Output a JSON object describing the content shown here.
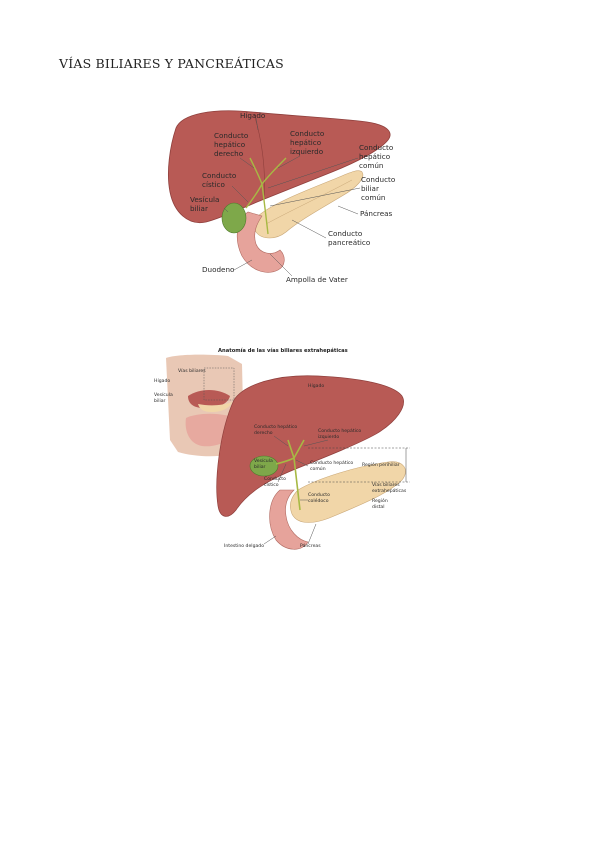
{
  "page": {
    "title": "VÍAS BILIARES Y PANCREÁTICAS"
  },
  "figure1": {
    "labels": {
      "liver": "Hígado",
      "right_hepatic_duct": [
        "Conducto",
        "hepático",
        "derecho"
      ],
      "left_hepatic_duct": [
        "Conducto",
        "hepático",
        "izquierdo"
      ],
      "common_hepatic_duct": [
        "Conducto",
        "hepático",
        "común"
      ],
      "common_bile_duct": [
        "Conducto",
        "biliar",
        "común"
      ],
      "cystic_duct": [
        "Conducto",
        "cístico"
      ],
      "gallbladder": [
        "Vesícula",
        "biliar"
      ],
      "pancreas": "Páncreas",
      "pancreatic_duct": [
        "Conducto",
        "pancreático"
      ],
      "duodenum": "Duodeno",
      "ampulla": "Ampolla de Vater"
    }
  },
  "figure2": {
    "title": "Anatomía de las vías biliares extrahepáticas",
    "labels": {
      "inset_liver": "Hígado",
      "inset_bile_ducts": "Vías biliares",
      "inset_gallbladder": [
        "Vesícula",
        "biliar"
      ],
      "liver": "Hígado",
      "right_hepatic_duct": [
        "Conducto hepático",
        "derecho"
      ],
      "left_hepatic_duct": [
        "Conducto hepático",
        "izquierdo"
      ],
      "gallbladder": [
        "Vesícula",
        "biliar"
      ],
      "common_hepatic_duct": [
        "Conducto hepático",
        "común"
      ],
      "perihilar_region": "Región perihiliar",
      "cystic_duct": [
        "Conducto",
        "cístico"
      ],
      "extrahepatic_ducts": [
        "Vías biliares",
        "extrahepáticas"
      ],
      "common_bile_duct": [
        "Conducto",
        "colédoco"
      ],
      "distal_region": [
        "Región",
        "distal"
      ],
      "small_intestine": "Intestino delgado",
      "pancreas": "Páncreas"
    }
  },
  "colors": {
    "liver": "#b85a55",
    "liver_dark": "#8f3f3c",
    "gallbladder": "#7ea84a",
    "duct": "#a7b944",
    "pancreas": "#f1d6a8",
    "duodenum": "#e6a39b",
    "skin": "#e9c8b5"
  }
}
